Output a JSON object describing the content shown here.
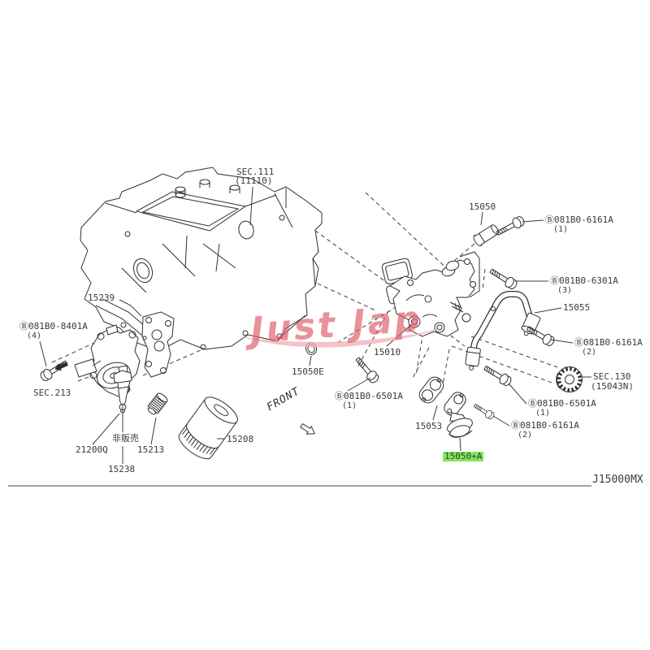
{
  "page": {
    "background": "#ffffff"
  },
  "diagram": {
    "drawing_code": "J15000MX",
    "watermark_text": "Just Jap",
    "front_label": "FRONT",
    "highlight_color": "#82e95c",
    "selected_part": "15050+A"
  },
  "labels": {
    "sec111_1": "SEC.111",
    "sec111_2": "(11110)",
    "p15239": "15239",
    "b8401a": "Ⓑ081B0-8401A",
    "b8401a_qty": "(4)",
    "sec213": "SEC.213",
    "p21200q": "21200Q",
    "not_sold": "非販売",
    "p15213": "15213",
    "p15238": "15238",
    "p15208": "15208",
    "p15050e": "15050E",
    "b6501a_l": "Ⓑ081B0-6501A",
    "b6501a_l_qty": "(1)",
    "p15010": "15010",
    "p15053": "15053",
    "p15050a": "15050+A",
    "b6161a_b": "Ⓑ081B0-6161A",
    "b6161a_b_qty": "(2)",
    "b6501a_r": "Ⓑ081B0-6501A",
    "b6501a_r_qty": "(1)",
    "sec130_1": "SEC.130",
    "sec130_2": "(15043N)",
    "b6161a_r": "Ⓑ081B0-6161A",
    "b6161a_r_qty": "(2)",
    "p15055": "15055",
    "b6301a": "Ⓑ081B0-6301A",
    "b6301a_qty": "(3)",
    "b6161a_t": "Ⓑ081B0-6161A",
    "b6161a_t_qty": "(1)",
    "p15050": "15050"
  }
}
